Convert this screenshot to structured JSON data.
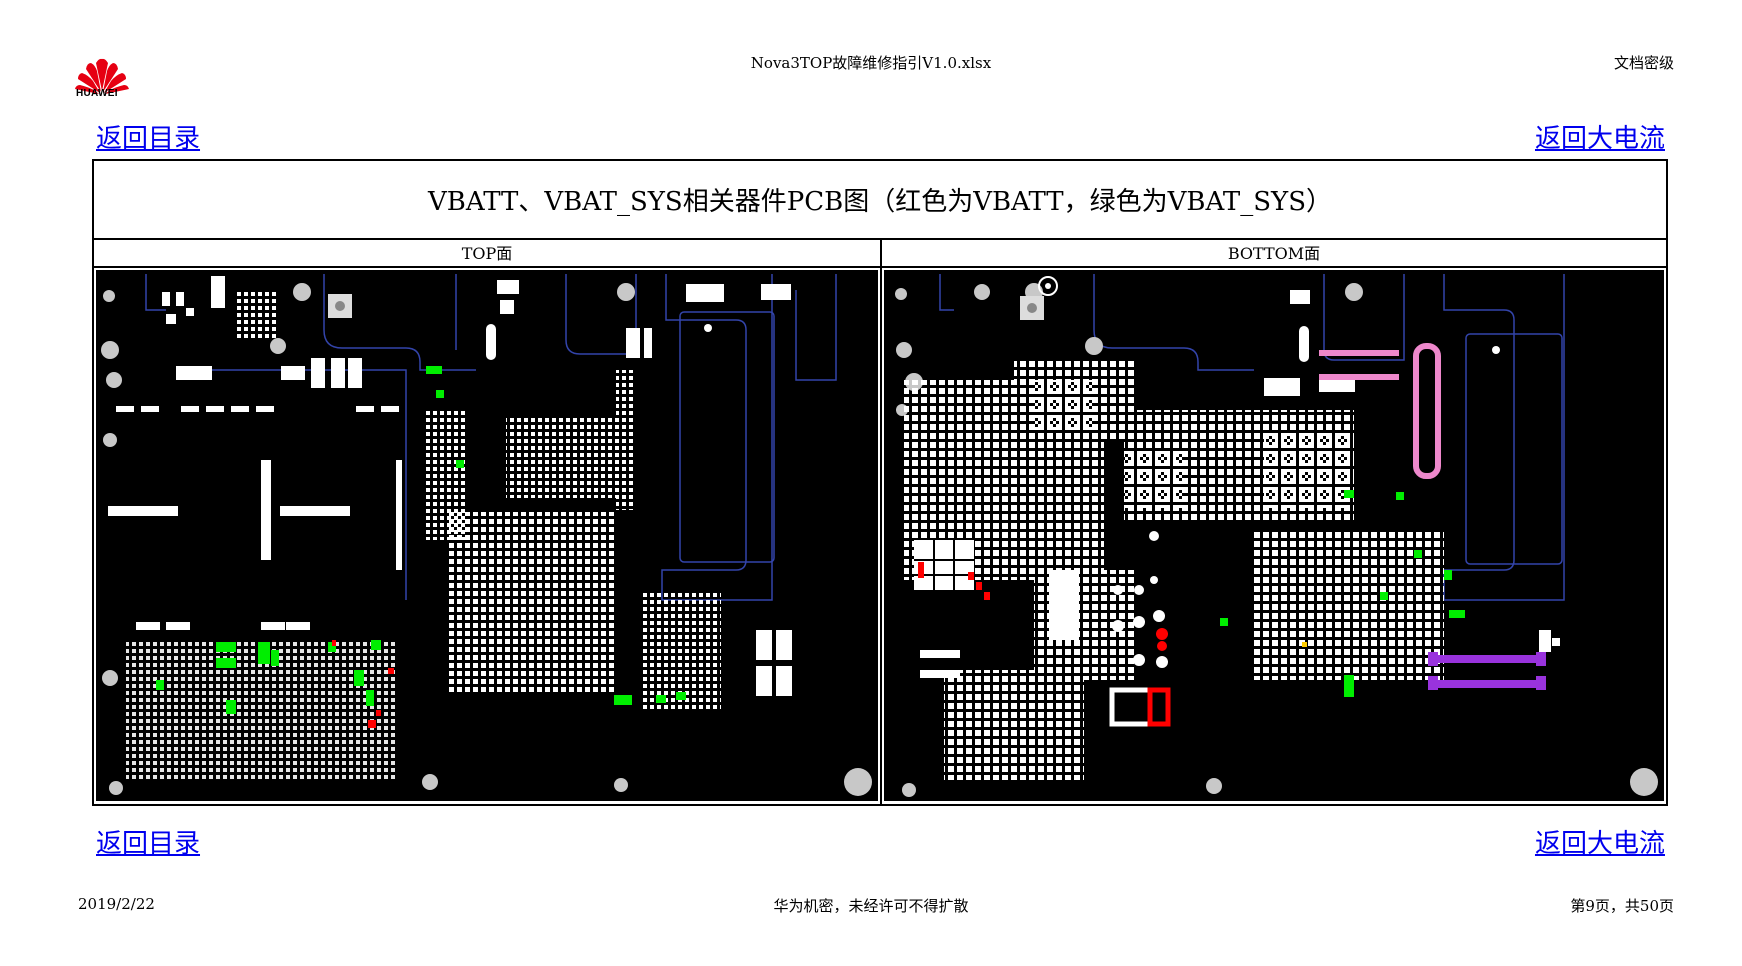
{
  "header": {
    "logo_text": "HUAWEI",
    "doc_name": "Nova3TOP故障维修指引V1.0.xlsx",
    "security_level": "文档密级"
  },
  "links": {
    "back_to_toc": "返回目录",
    "back_to_large_current": "返回大电流"
  },
  "table": {
    "title": "VBATT、VBAT_SYS相关器件PCB图（红色为VBATT，绿色为VBAT_SYS）",
    "top_label": "TOP面",
    "bottom_label": "BOTTOM面"
  },
  "footer": {
    "date": "2019/2/22",
    "confidential": "华为机密，未经许可不得扩散",
    "page": "第9页，共50页"
  },
  "colors": {
    "link": "#0000ee",
    "board": "#000000",
    "component": "#ffffff",
    "vbatt": "#ff0000",
    "vbat_sys": "#00ee00",
    "connector_pink": "#ee88cc",
    "connector_purple": "#9933dd",
    "outline_blue": "#3344aa",
    "logo_red": "#e60012"
  }
}
